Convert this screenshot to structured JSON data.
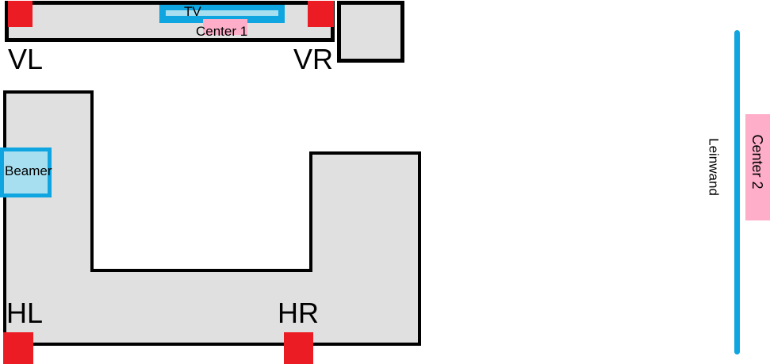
{
  "title_labels": {
    "tv": "TV",
    "center1": "Center 1",
    "center2": "Center 2",
    "beamer": "Beamer",
    "screen": "Leinwand"
  },
  "speakers": {
    "front_left": "VL",
    "front_right": "VR",
    "rear_left": "HL",
    "rear_right": "HR"
  },
  "colors": {
    "speaker": "#ec1c24",
    "furniture": "#e0e0e0",
    "blue": "#0ea5e0",
    "light_blue": "#a8dff0",
    "pink": "#ffaec9"
  }
}
